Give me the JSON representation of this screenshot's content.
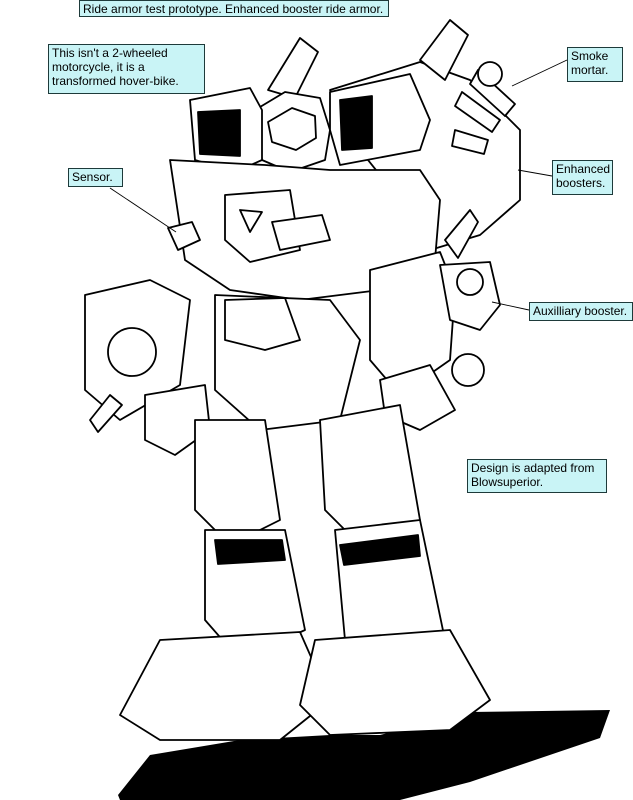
{
  "callouts": {
    "title": "Ride armor test prototype. Enhanced booster ride armor.",
    "hoverbike": "This isn't a 2-wheeled motorcycle, it is a transformed hover-bike.",
    "smoke_mortar": "Smoke mortar.",
    "sensor": "Sensor.",
    "enhanced_boosters": "Enhanced boosters.",
    "auxiliary_booster": "Auxilliary booster.",
    "design_credit": "Design is adapted from Blowsuperior."
  },
  "colors": {
    "callout_fill": "#c9f4f6",
    "callout_border": "#1e3a3a",
    "ink": "#000000"
  }
}
